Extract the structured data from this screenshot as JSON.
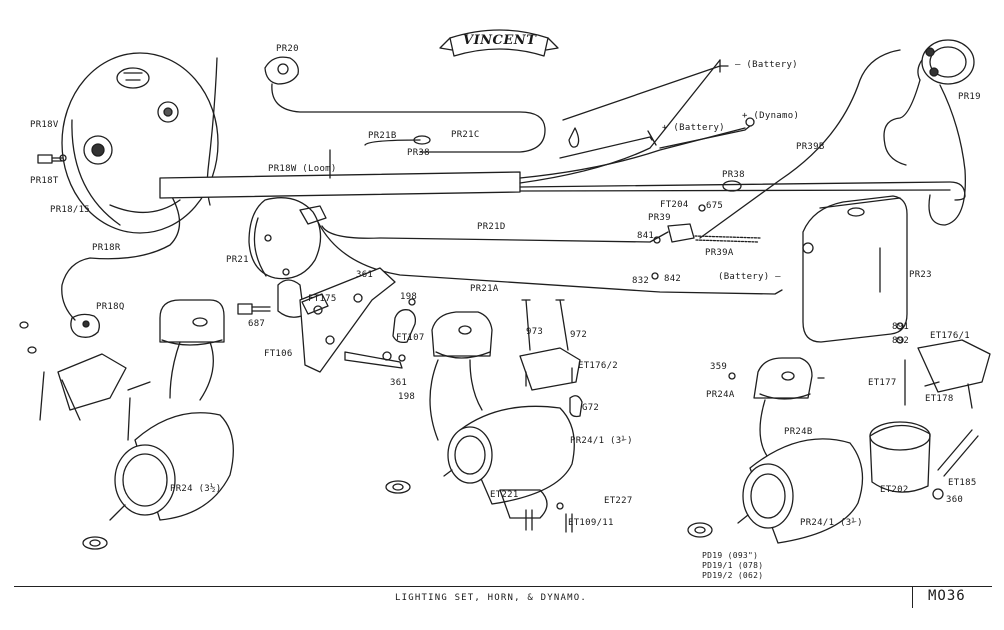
{
  "brand": "VINCENT",
  "caption": "LIGHTING SET, HORN, & DYNAMO.",
  "drawing_number": "MO36",
  "labels": {
    "pr20": "PR20",
    "pr19": "PR19",
    "pr18v": "PR18V",
    "pr18t": "PR18T",
    "pr18_15": "PR18/15",
    "pr18r": "PR18R",
    "pr18q": "PR18Q",
    "pr21b": "PR21B",
    "pr21c": "PR21C",
    "pr38_top": "PR38",
    "pr18w": "PR18W (Loom)",
    "pr39b": "PR39B",
    "pr38_right": "PR38",
    "ft204": "FT204",
    "n675": "675",
    "pr39": "PR39",
    "n841": "841",
    "pr39a": "PR39A",
    "n832": "832",
    "n842": "842",
    "pr21d": "PR21D",
    "pr21": "PR21",
    "pr21a": "PR21A",
    "battery_minus": "– (Battery)",
    "battery_plus": "+ (Battery)",
    "dynamo_plus": "+ (Dynamo)",
    "battery_lower": "(Battery) – ",
    "pr23": "PR23",
    "n361_top": "361",
    "n198_top": "198",
    "ft175": "FT175",
    "n687": "687",
    "ft107": "FT107",
    "ft106": "FT106",
    "n361_bot": "361",
    "n198_bot": "198",
    "n973": "973",
    "n972": "972",
    "et176_2": "ET176/2",
    "g72": "G72",
    "pr24_1_left": "PR24/1 (3⅟)",
    "et221": "ET221",
    "et227": "ET227",
    "et109_11": "ET109/11",
    "pr24": "PR24 (3½)",
    "n359": "359",
    "pr24a": "PR24A",
    "pr24b": "PR24B",
    "pr24_1_right": "PR24/1 (3⅟)",
    "pd19": "PD19   (093\")",
    "pd19_1": "PD19/1 (078)",
    "pd19_2": "PD19/2 (062)",
    "n891": "891",
    "n892": "892",
    "et176_1": "ET176/1",
    "et177": "ET177",
    "et178": "ET178",
    "et202": "ET202",
    "et185": "ET185",
    "n360": "360"
  }
}
